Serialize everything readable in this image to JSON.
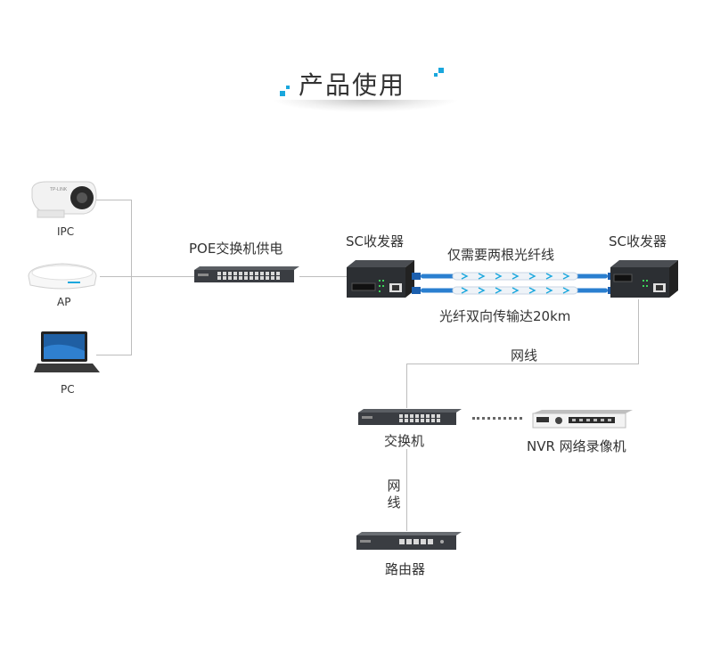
{
  "title": "产品使用",
  "devices": {
    "ipc": "IPC",
    "ap": "AP",
    "pc": "PC"
  },
  "poe_switch_label": "POE交换机供电",
  "transceiver_left_label": "SC收发器",
  "transceiver_right_label": "SC收发器",
  "fiber_top_label": "仅需要两根光纤线",
  "fiber_bottom_label": "光纤双向传输达20km",
  "cable_label_top": "网线",
  "switch_label": "交换机",
  "nvr_label": "NVR 网络录像机",
  "cable_label_vertical": "网线",
  "router_label": "路由器",
  "colors": {
    "accent": "#1aa7dd",
    "fiber": "#2a7fd0",
    "device_dark": "#3a3d42"
  }
}
